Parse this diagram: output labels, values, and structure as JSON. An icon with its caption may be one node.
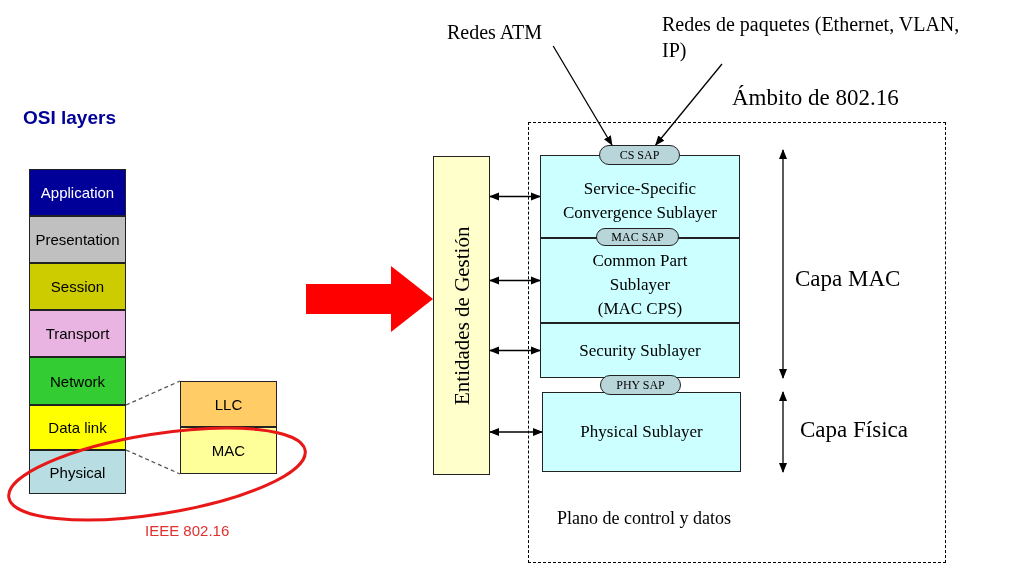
{
  "diagram": {
    "title": "OSI layers",
    "nodes": [
      {
        "text": [
          "Application"
        ]
      },
      {
        "text": [
          "Presentation"
        ]
      },
      {
        "text": [
          "Session"
        ]
      },
      {
        "text": [
          "Transport"
        ]
      },
      {
        "text": [
          "Network"
        ]
      },
      {
        "text": [
          "Data link"
        ]
      },
      {
        "text": [
          "Physical"
        ]
      },
      {
        "text": [
          "LLC"
        ]
      },
      {
        "text": [
          "MAC"
        ]
      },
      {
        "text": [
          "Redes ATM"
        ]
      },
      {
        "text": [
          "Redes de paquetes (Ethernet, VLAN, IP)"
        ]
      },
      {
        "text": [
          "Ámbito de 802.16",
          "Plano de control y datos"
        ]
      },
      {
        "text": [
          "Entidades de Gestión"
        ]
      },
      {
        "text": [
          "CS SAP"
        ],
        "in": 11
      },
      {
        "text": [
          "Service-Specific Convergence Sublayer"
        ],
        "in": 11
      },
      {
        "text": [
          "MAC SAP"
        ],
        "in": 11
      },
      {
        "text": [
          "Common Part Sublayer (MAC CPS)"
        ],
        "in": 11
      },
      {
        "text": [
          "Security Sublayer"
        ],
        "in": 11
      },
      {
        "text": [
          "PHY SAP"
        ],
        "in": 11
      },
      {
        "text": [
          "Physical Sublayer"
        ],
        "in": 11
      }
    ],
    "edges": [
      {
        "from": 5,
        "to": 7,
        "arrow": "none",
        "style": "dashed"
      },
      {
        "from": 5,
        "to": 8,
        "arrow": "none",
        "style": "dashed"
      },
      {
        "from": null,
        "to": 12,
        "arrow": "to",
        "style": "thick",
        "color": "#ff0000"
      },
      {
        "from": 9,
        "to": 13,
        "arrow": "to"
      },
      {
        "from": 10,
        "to": 13,
        "arrow": "to"
      },
      {
        "from": 12,
        "to": 14,
        "arrow": "both"
      },
      {
        "from": 12,
        "to": 16,
        "arrow": "both"
      },
      {
        "from": 12,
        "to": 17,
        "arrow": "both"
      },
      {
        "from": 12,
        "to": 19,
        "arrow": "both"
      }
    ],
    "labels": [
      "IEEE 802.16",
      "Capa MAC",
      "Capa Física"
    ]
  }
}
